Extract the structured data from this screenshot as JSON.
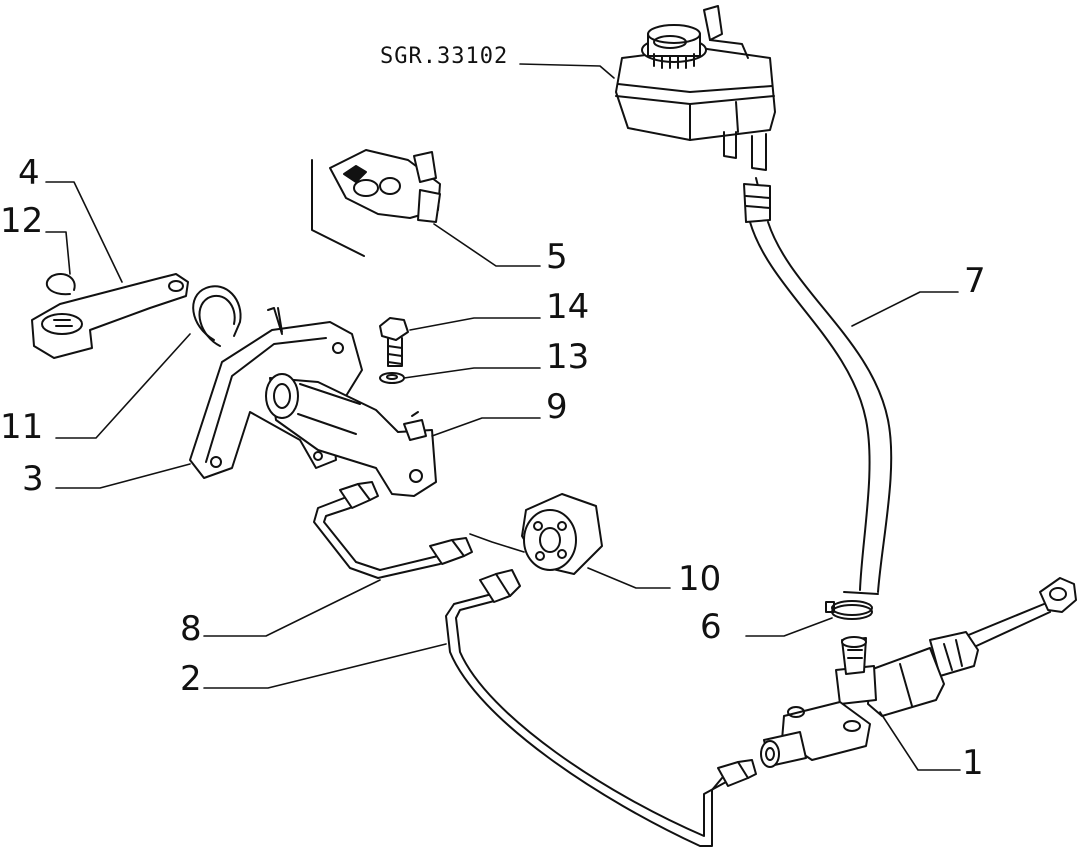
{
  "diagram": {
    "reference_code": "SGR.33102",
    "parts": [
      {
        "id": "part-1",
        "number": "1"
      },
      {
        "id": "part-2",
        "number": "2"
      },
      {
        "id": "part-3",
        "number": "3"
      },
      {
        "id": "part-4",
        "number": "4"
      },
      {
        "id": "part-5",
        "number": "5"
      },
      {
        "id": "part-6",
        "number": "6"
      },
      {
        "id": "part-7",
        "number": "7"
      },
      {
        "id": "part-8",
        "number": "8"
      },
      {
        "id": "part-9",
        "number": "9"
      },
      {
        "id": "part-10",
        "number": "10"
      },
      {
        "id": "part-11",
        "number": "11"
      },
      {
        "id": "part-12",
        "number": "12"
      },
      {
        "id": "part-13",
        "number": "13"
      },
      {
        "id": "part-14",
        "number": "14"
      }
    ]
  }
}
